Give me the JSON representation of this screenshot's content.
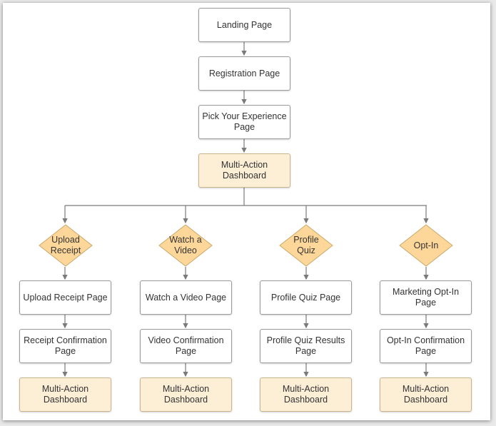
{
  "colors": {
    "decision_fill": "#fdd79a",
    "dashboard_fill": "#fdeed6",
    "connector": "#7a7a7a"
  },
  "main_flow": [
    {
      "label": "Landing Page",
      "style": "plain"
    },
    {
      "label": "Registration Page",
      "style": "plain"
    },
    {
      "label": "Pick Your Experience\nPage",
      "style": "plain"
    },
    {
      "label": "Multi-Action\nDashboard",
      "style": "dash"
    }
  ],
  "branches": [
    {
      "decision": "Upload\nReceipt",
      "steps": [
        "Upload Receipt Page",
        "Receipt Confirmation\nPage"
      ],
      "end": "Multi-Action\nDashboard"
    },
    {
      "decision": "Watch a\nVideo",
      "steps": [
        "Watch a Video Page",
        "Video Confirmation\nPage"
      ],
      "end": "Multi-Action\nDashboard"
    },
    {
      "decision": "Profile\nQuiz",
      "steps": [
        "Profile Quiz Page",
        "Profile Quiz Results\nPage"
      ],
      "end": "Multi-Action\nDashboard"
    },
    {
      "decision": "Opt-In",
      "steps": [
        "Marketing Opt-In\nPage",
        "Opt-In Confirmation\nPage"
      ],
      "end": "Multi-Action\nDashboard"
    }
  ]
}
